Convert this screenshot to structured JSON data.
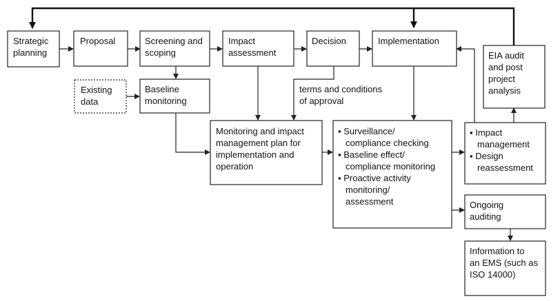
{
  "nodes": {
    "strategic_planning": [
      "Strategic",
      "planning"
    ],
    "proposal": [
      "Proposal"
    ],
    "screening_scoping": [
      "Screening and",
      "scoping"
    ],
    "impact_assessment": [
      "Impact",
      "assessment"
    ],
    "decision": [
      "Decision"
    ],
    "implementation": [
      "Implementation"
    ],
    "eia_audit": [
      "EIA audit",
      "and post",
      "project",
      "analysis"
    ],
    "existing_data": [
      "Existing",
      "data"
    ],
    "baseline_monitoring": [
      "Baseline",
      "monitoring"
    ],
    "monitoring_plan": [
      "Monitoring and impact",
      "management plan for",
      "implementation and",
      "operation"
    ],
    "surveillance": [
      "▪ Surveillance/",
      "compliance checking",
      "▪ Baseline effect/",
      "compliance monitoring",
      "▪ Proactive activity",
      "monitoring/",
      "assessment"
    ],
    "impact_management": [
      "▪ Impact",
      "management",
      "▪ Design",
      "reassessment"
    ],
    "ongoing_auditing": [
      "Ongoing",
      "auditing"
    ],
    "ems": [
      "Information to",
      "an EMS (such as",
      "ISO 14000)"
    ]
  },
  "labels": {
    "terms_conditions": [
      "terms and conditions",
      "of approval"
    ]
  }
}
